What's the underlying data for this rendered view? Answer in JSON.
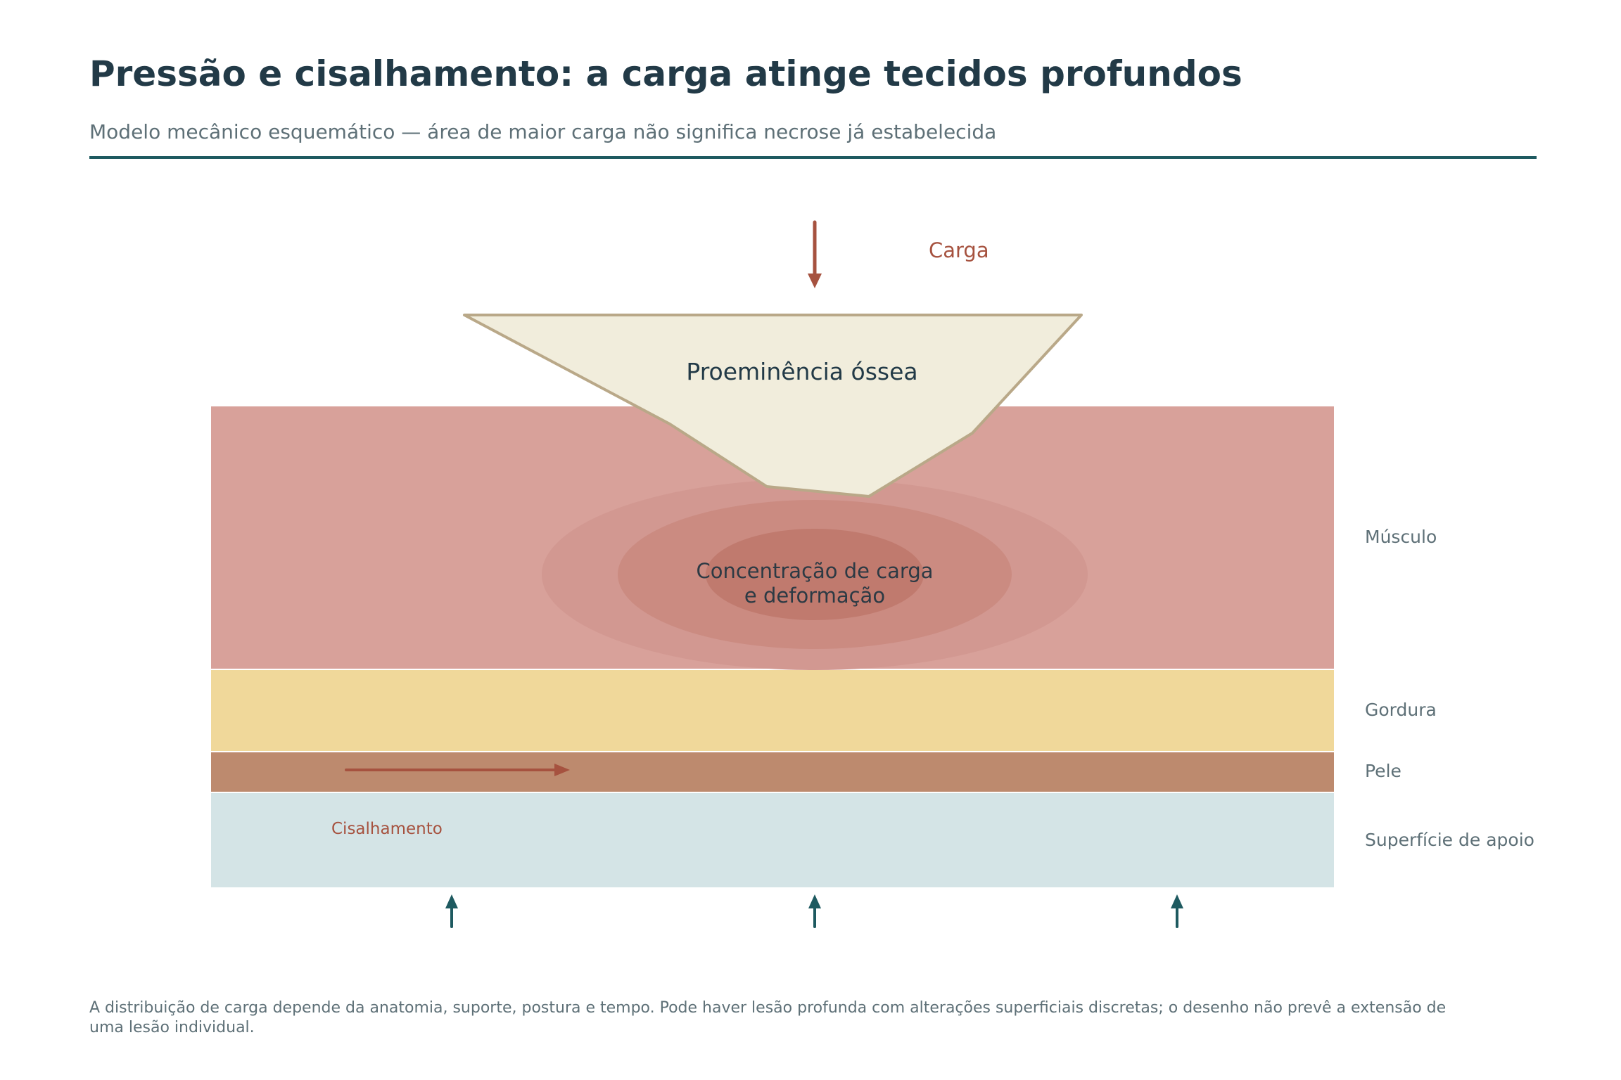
{
  "header": {
    "title": "Pressão e cisalhamento: a carga atinge tecidos profundos",
    "subtitle": "Modelo mecânico esquemático — área de maior carga não significa necrose já estabelecida"
  },
  "diagram": {
    "load_label": "Carga",
    "bone_label": "Proeminência óssea",
    "deformation_label_line1": "Concentração de carga",
    "deformation_label_line2": "e deformação",
    "shear_label": "Cisalhamento",
    "layers": {
      "muscle": "Músculo",
      "fat": "Gordura",
      "skin": "Pele",
      "support": "Superfície de apoio"
    },
    "colors": {
      "muscle": "#d8a19a",
      "fat": "#f0d89a",
      "skin": "#bd8a6e",
      "support": "#d4e4e6",
      "bone_fill": "#f1eddc",
      "bone_stroke": "#b9a888",
      "load_arrow": "#a6523f",
      "support_arrow": "#1e5a60",
      "heat_core": "#c07a6e"
    },
    "icons": {
      "load": "arrow-down-icon",
      "shear": "arrow-right-icon",
      "reaction": "arrow-up-icon"
    }
  },
  "footer": {
    "note": "A distribuição de carga depende da anatomia, suporte, postura e tempo. Pode haver lesão profunda com alterações superficiais discretas; o desenho não prevê a extensão de uma lesão individual."
  }
}
